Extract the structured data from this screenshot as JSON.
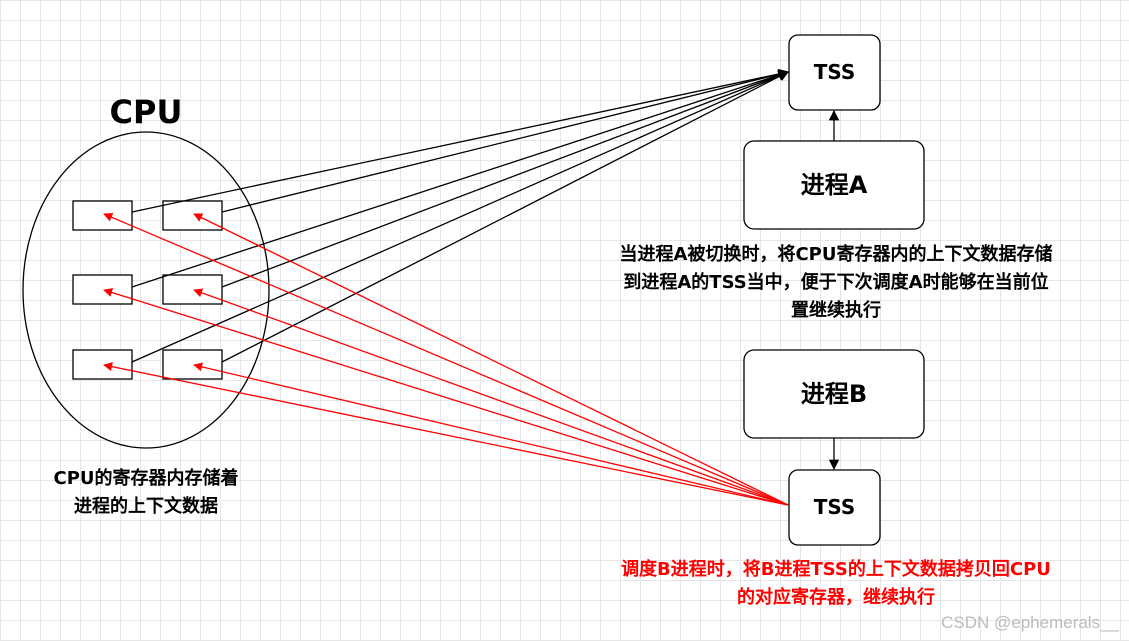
{
  "cpu": {
    "title": "CPU",
    "caption_line1": "CPU的寄存器内存储着",
    "caption_line2": "进程的上下文数据"
  },
  "process_a": {
    "label": "进程A",
    "tss_label": "TSS",
    "note_line1": "当进程A被切换时，将CPU寄存器内的上下文数据存储",
    "note_line2": "到进程A的TSS当中，便于下次调度A时能够在当前位",
    "note_line3": "置继续执行"
  },
  "process_b": {
    "label": "进程B",
    "tss_label": "TSS",
    "note_line1": "调度B进程时，将B进程TSS的上下文数据拷贝回CPU",
    "note_line2": "的对应寄存器，继续执行"
  },
  "colors": {
    "save_arrow": "#000000",
    "restore_arrow": "#ff0000",
    "note_red": "#ff0000"
  },
  "watermark": "CSDN @ephemerals__"
}
